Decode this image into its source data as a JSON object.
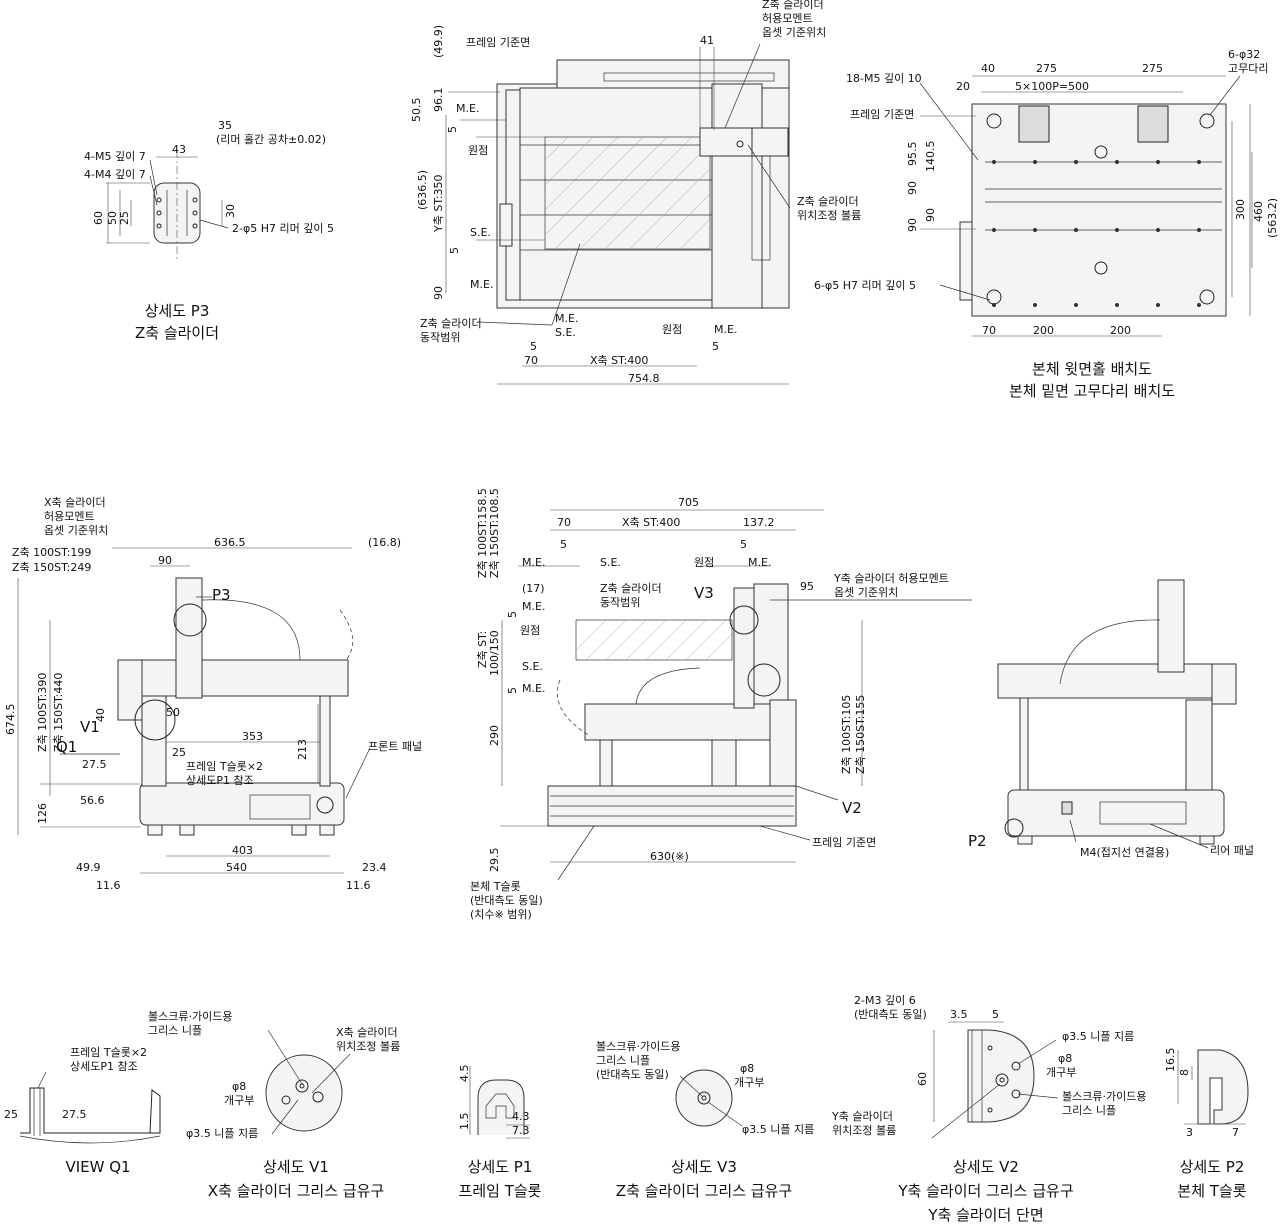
{
  "views": {
    "p3": {
      "caption1": "상세도 P3",
      "caption2": "Z축 슬라이더",
      "labels": [
        "4-M5 깊이 7",
        "4-M4 깊이 7",
        "35",
        "(리머 홀간 공차±0.02)",
        "43",
        "60",
        "50",
        "25",
        "30",
        "2-φ5 H7 리머 깊이 5"
      ]
    },
    "top": {
      "labels": [
        "Z축 슬라이더",
        "허용모멘트",
        "옵셋 기준위치",
        "41",
        "프레임 기준면",
        "(49.9)",
        "96.1",
        "50.5",
        "M.E.",
        "5",
        "원점",
        "Z축 슬라이더",
        "위치조정 볼륨",
        "(636.5)",
        "Y축 ST:350",
        "S.E.",
        "5",
        "M.E.",
        "90",
        "Z축 슬라이더",
        "동작범위",
        "M.E.",
        "S.E.",
        "5",
        "원점",
        "M.E.",
        "5",
        "70",
        "X축 ST:400",
        "754.8"
      ]
    },
    "layout": {
      "caption1": "본체 윗면홀 배치도",
      "caption2": "본체 밑면 고무다리 배치도",
      "labels": [
        "40",
        "275",
        "275",
        "6-φ32",
        "고무다리",
        "18-M5 깊이 10",
        "20",
        "5×100P=500",
        "프레임 기준면",
        "95.5",
        "140.5",
        "90",
        "90",
        "90",
        "300",
        "460",
        "(563.2)",
        "6-φ5 H7 리머 깊이 5",
        "70",
        "200",
        "200"
      ]
    },
    "side": {
      "labels": [
        "X축 슬라이더",
        "허용모멘트",
        "옵셋 기준위치",
        "636.5",
        "(16.8)",
        "Z축 100ST:199",
        "Z축 150ST:249",
        "90",
        "P3",
        "674.5",
        "Z축 100ST:390",
        "Z축 150ST:440",
        "40",
        "V1",
        "50",
        "Q1",
        "25",
        "353",
        "27.5",
        "프레임 T슬롯×2",
        "상세도P1 참조",
        "213",
        "프론트 패널",
        "56.6",
        "126",
        "403",
        "540",
        "49.9",
        "11.6",
        "23.4",
        "11.6"
      ]
    },
    "front": {
      "labels": [
        "705",
        "70",
        "X축 ST:400",
        "137.2",
        "Z축 100ST:158.5",
        "Z축 150ST:108.5",
        "M.E.",
        "5",
        "S.E.",
        "원점",
        "5",
        "M.E.",
        "(17)",
        "Z축 슬라이더",
        "동작범위",
        "V3",
        "95",
        "Y축 슬라이더 허용모멘트",
        "옵셋 기준위치",
        "M.E.",
        "5",
        "원점",
        "Z축 ST:",
        "100/150",
        "S.E.",
        "5",
        "M.E.",
        "290",
        "Z축 100ST:105",
        "Z축 150ST:155",
        "V2",
        "프레임 기준면",
        "29.5",
        "630(※)",
        "본체 T슬롯",
        "(반대측도 동일)",
        "(치수※ 범위)"
      ]
    },
    "rear": {
      "labels": [
        "P2",
        "M4(접지선 연결용)",
        "리어 패널"
      ]
    },
    "q1": {
      "caption1": "VIEW Q1",
      "labels": [
        "프레임 T슬롯×2",
        "상세도P1 참조",
        "25",
        "27.5"
      ]
    },
    "v1": {
      "caption1": "상세도 V1",
      "caption2": "X축 슬라이더 그리스 급유구",
      "labels": [
        "볼스크류·가이드용",
        "그리스 니플",
        "X축 슬라이더",
        "위치조정 볼륨",
        "φ8",
        "개구부",
        "φ3.5 니플 지름"
      ]
    },
    "p1": {
      "caption1": "상세도 P1",
      "caption2": "프레임 T슬롯",
      "labels": [
        "4.5",
        "1.5",
        "4.3",
        "7.3"
      ]
    },
    "v3": {
      "caption1": "상세도 V3",
      "caption2": "Z축 슬라이더 그리스 급유구",
      "labels": [
        "볼스크류·가이드용",
        "그리스 니플",
        "(반대측도 동일)",
        "φ8",
        "개구부",
        "φ3.5 니플 지름"
      ]
    },
    "v2": {
      "caption1": "상세도 V2",
      "caption2": "Y축 슬라이더 그리스 급유구",
      "caption3": "Y축 슬라이더 단면",
      "labels": [
        "2-M3 깊이 6",
        "(반대측도 동일)",
        "3.5",
        "5",
        "φ3.5 니플 지름",
        "φ8",
        "개구부",
        "60",
        "볼스크류·가이드용",
        "그리스 니플",
        "Y축 슬라이더",
        "위치조정 볼륨"
      ]
    },
    "p2": {
      "caption1": "상세도 P2",
      "caption2": "본체 T슬롯",
      "labels": [
        "16.5",
        "8",
        "3",
        "7"
      ]
    }
  }
}
